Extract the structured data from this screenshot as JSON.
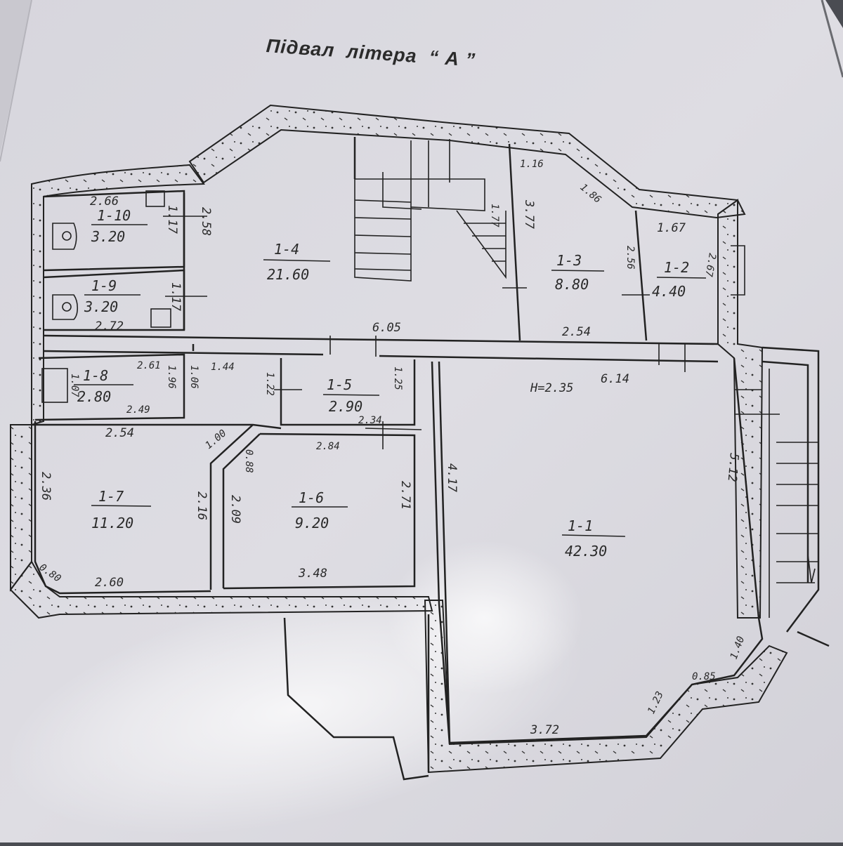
{
  "title": {
    "part1": "Підвал",
    "part2": "літера",
    "part3": "“ А ”"
  },
  "rooms": [
    {
      "id": "r1-1",
      "name": "1-1",
      "area": "42.30"
    },
    {
      "id": "r1-2",
      "name": "1-2",
      "area": "4.40"
    },
    {
      "id": "r1-3",
      "name": "1-3",
      "area": "8.80"
    },
    {
      "id": "r1-4",
      "name": "1-4",
      "area": "21.60"
    },
    {
      "id": "r1-5",
      "name": "1-5",
      "area": "2.90"
    },
    {
      "id": "r1-6",
      "name": "1-6",
      "area": "9.20"
    },
    {
      "id": "r1-7",
      "name": "1-7",
      "area": "11.20"
    },
    {
      "id": "r1-8",
      "name": "1-8",
      "area": "2.80"
    },
    {
      "id": "r1-9",
      "name": "1-9",
      "area": "3.20"
    },
    {
      "id": "r1-10",
      "name": "1-10",
      "area": "3.20"
    }
  ],
  "dimensions": {
    "d1": "2.66",
    "d2": "1.17",
    "d3": "2.58",
    "d4": "1.17",
    "d5": "2.72",
    "d6": "6.05",
    "d7": "1.16",
    "d8": "1.86",
    "d9": "3.77",
    "d10": "1.67",
    "d11": "2.56",
    "d12": "2.67",
    "d13": "2.54",
    "d14": "2.61",
    "d15": "1.06",
    "d16": "1.44",
    "d17": "1.22",
    "d18": "1.25",
    "d19": "2.49",
    "d20": "1.07",
    "d21": "2.54",
    "d22": "2.34",
    "d23": "1.00",
    "d24": "0.88",
    "d25": "2.84",
    "d26": "2.36",
    "d27": "2.16",
    "d28": "2.09",
    "d29": "2.71",
    "d30": "4.17",
    "d31": "0.80",
    "d32": "2.60",
    "d33": "3.48",
    "d34": "6.14",
    "d35": "5.12",
    "d36": "3.72",
    "d37": "1.23",
    "d38": "0.85",
    "d39": "1.40",
    "d40": "1.96",
    "d41": "1.77"
  },
  "height": "H=2.35"
}
